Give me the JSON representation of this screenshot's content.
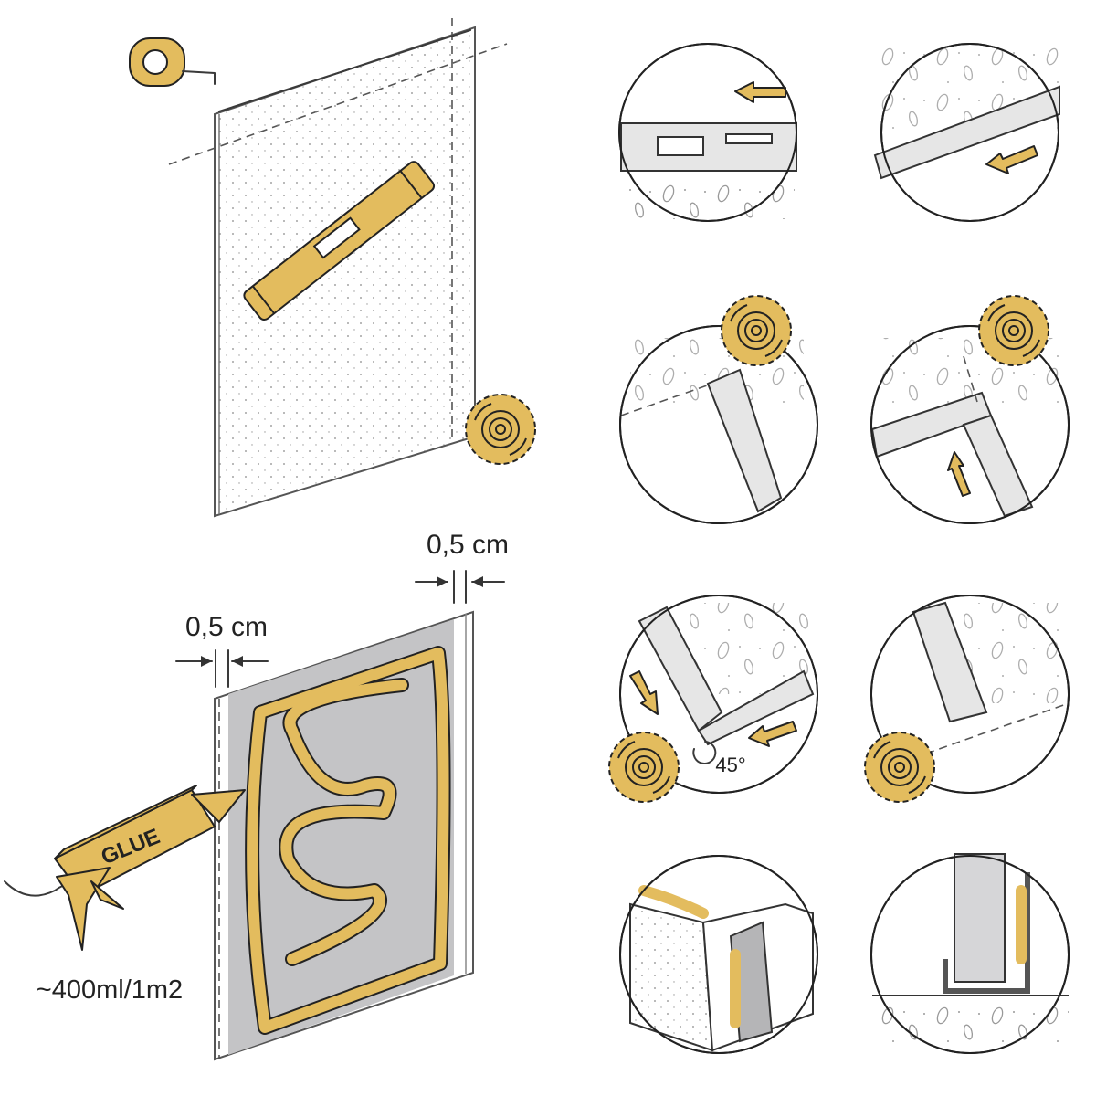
{
  "labels": {
    "gap_right": "0,5 cm",
    "gap_left": "0,5 cm",
    "glue_gun": "GLUE",
    "coverage": "~400ml/1m2",
    "angle": "45°"
  },
  "colors": {
    "accent": "#e3bc5e",
    "panel_gray": "#c4c4c6",
    "outline": "#222222"
  },
  "icons": [
    "tape-measure-icon",
    "spirit-level-icon",
    "saw-blade-icon",
    "glue-gun-icon",
    "arrow-icon"
  ]
}
